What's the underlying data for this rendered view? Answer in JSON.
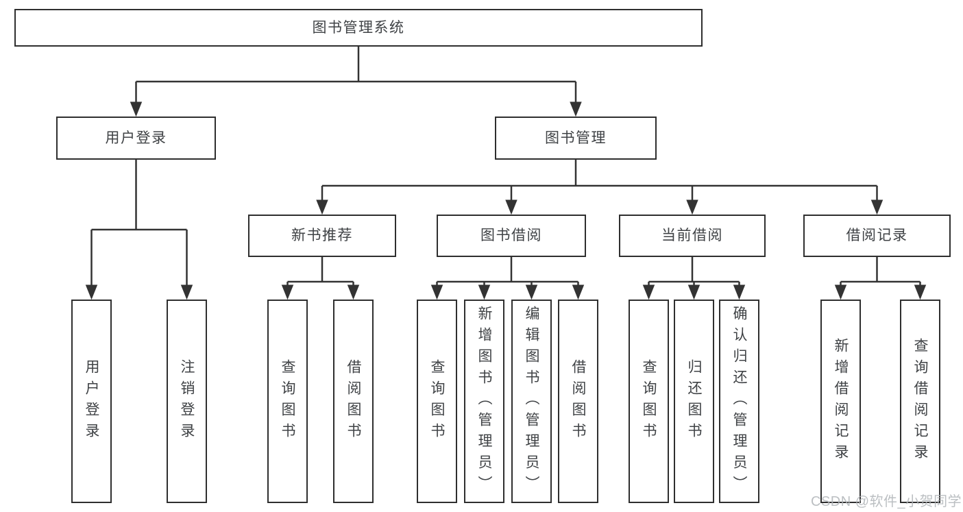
{
  "colors": {
    "line": "#333333",
    "box_border": "#2e2e2e",
    "text": "#3f4245",
    "watermark": "#b0b4b8",
    "background": "#ffffff"
  },
  "diagram": {
    "type": "hierarchy-tree",
    "root": "图书管理系统",
    "level2": {
      "user_login": "用户登录",
      "book_mgmt": "图书管理"
    },
    "level3": {
      "new_book_rec": "新书推荐",
      "book_borrow": "图书借阅",
      "current_borrow": "当前借阅",
      "borrow_records": "借阅记录"
    },
    "leaves": {
      "user_login": [
        "用户登录",
        "注销登录"
      ],
      "new_book_rec": [
        "查询图书",
        "借阅图书"
      ],
      "book_borrow": [
        "查询图书",
        "新增图书（管理员）",
        "编辑图书（管理员）",
        "借阅图书"
      ],
      "current_borrow": [
        "查询图书",
        "归还图书",
        "确认归还（管理员）"
      ],
      "borrow_records": [
        "新增借阅记录",
        "查询借阅记录"
      ]
    }
  },
  "watermark": "CSDN @软件_小贺同学"
}
